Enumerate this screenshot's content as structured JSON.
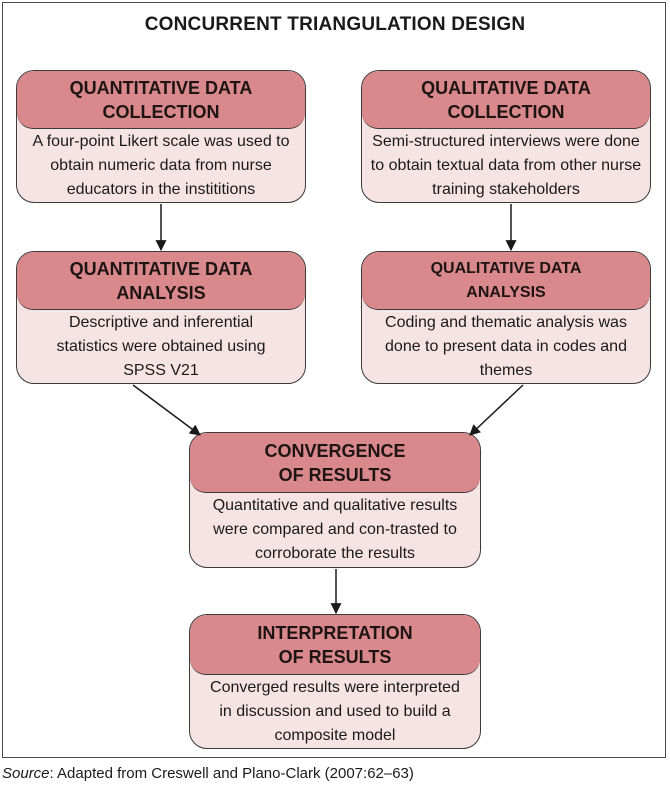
{
  "title": "CONCURRENT TRIANGULATION DESIGN",
  "boxes": {
    "quant_collection": {
      "heading": "QUANTITATIVE DATA COLLECTION",
      "body": "A four-point Likert scale was used to obtain numeric data from nurse educators in the instititions"
    },
    "qual_collection": {
      "heading": "QUALITATIVE DATA COLLECTION",
      "body": "Semi-structured interviews were done to obtain textual data from other nurse training stakeholders"
    },
    "quant_analysis": {
      "heading": "QUANTITATIVE DATA ANALYSIS",
      "body": "Descriptive and inferential statistics were obtained using SPSS V21"
    },
    "qual_analysis": {
      "heading": "QUALITATIVE DATA ANALYSIS",
      "body": "Coding and thematic analysis was done to present data in codes and themes"
    },
    "convergence": {
      "heading": "CONVERGENCE OF RESULTS",
      "body": "Quantitative and qualitative results were compared and con-trasted to corroborate the results"
    },
    "interpretation": {
      "heading": "INTERPRETATION OF RESULTS",
      "body": "Converged results were interpreted in discussion and used to build a composite model"
    }
  },
  "source": {
    "label": "Source",
    "text": ": Adapted from Creswell and Plano-Clark (2007:62–63)"
  },
  "colors": {
    "header_fill": "#d9888c",
    "body_fill": "#f6e3e4",
    "border": "#3a3a3a"
  }
}
